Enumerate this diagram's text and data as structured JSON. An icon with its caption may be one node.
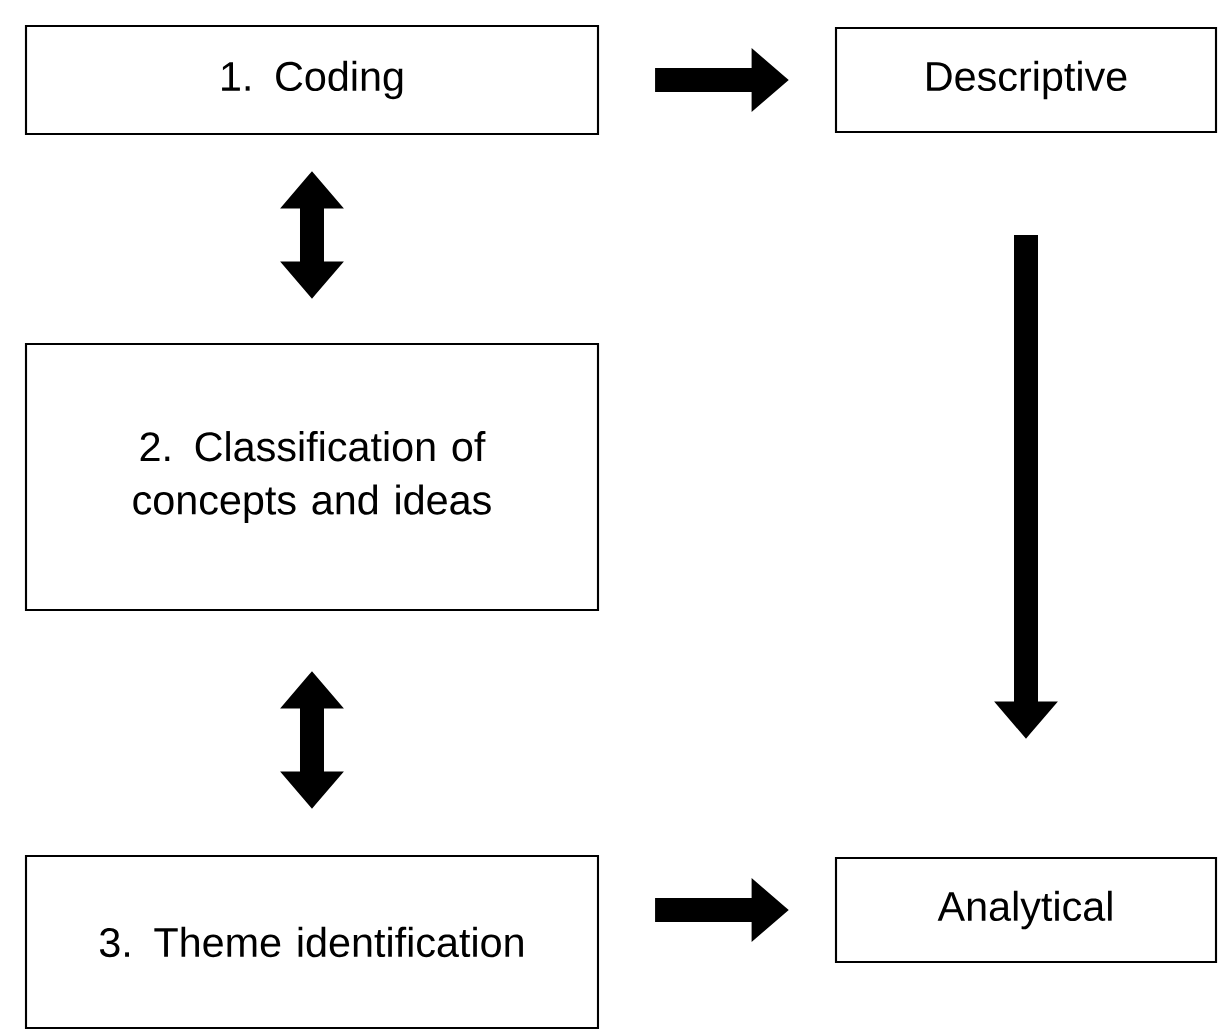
{
  "diagram": {
    "nodes": [
      {
        "text": [
          "1. Coding"
        ]
      },
      {
        "text": [
          "Descriptive"
        ]
      },
      {
        "text": [
          "2. Classification of concepts and ideas"
        ]
      },
      {
        "text": [
          "3. Theme identification"
        ]
      },
      {
        "text": [
          "Analytical"
        ]
      }
    ],
    "edges": [
      {
        "from": 0,
        "to": 1,
        "arrow": "to"
      },
      {
        "from": 0,
        "to": 2,
        "arrow": "both"
      },
      {
        "from": 2,
        "to": 3,
        "arrow": "both"
      },
      {
        "from": 1,
        "to": 4,
        "arrow": "to"
      },
      {
        "from": 3,
        "to": 4,
        "arrow": "to"
      }
    ]
  }
}
